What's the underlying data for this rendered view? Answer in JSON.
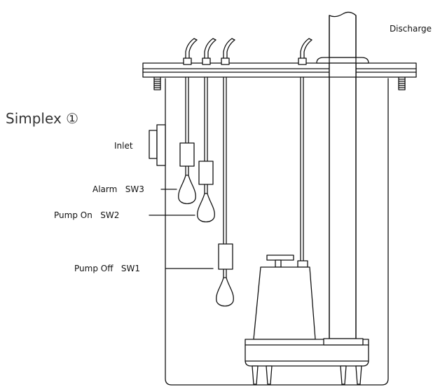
{
  "title": "Simplex ①",
  "labels": {
    "discharge": "Discharge",
    "inlet": "Inlet",
    "alarm": "Alarm   SW3",
    "pump_on": "Pump On   SW2",
    "pump_off": "Pump Off   SW1"
  },
  "colors": {
    "line": "#111111",
    "background": "#ffffff"
  }
}
